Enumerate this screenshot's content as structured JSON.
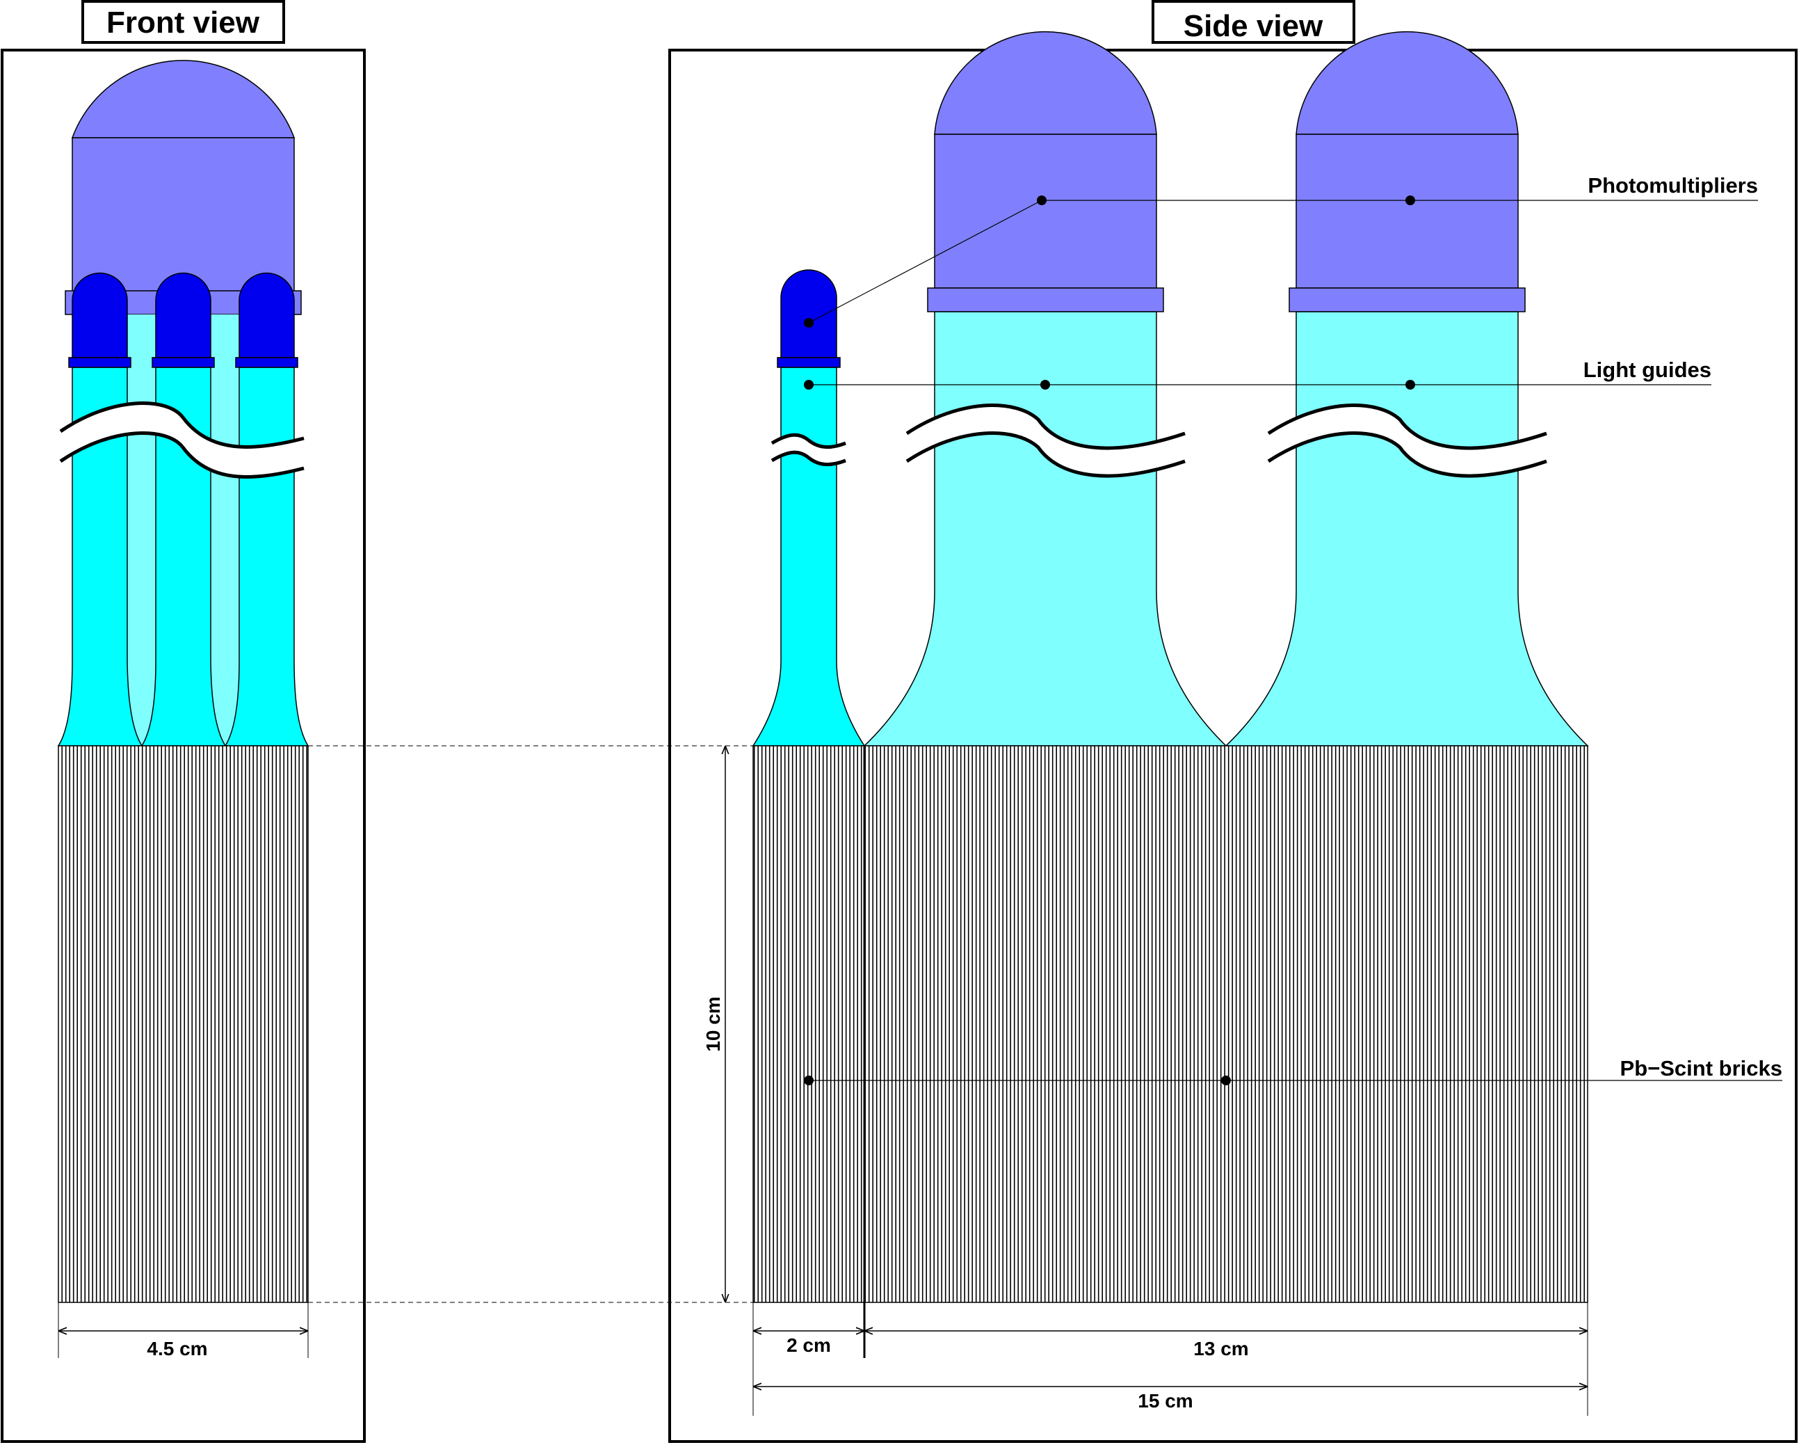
{
  "titles": {
    "front": "Front view",
    "side": "Side view"
  },
  "labels": {
    "photomultipliers": "Photomultipliers",
    "light_guides": "Light guides",
    "bricks": "Pb−Scint bricks"
  },
  "dimensions": {
    "front_width": "4.5 cm",
    "side_small": "2 cm",
    "side_large": "13 cm",
    "side_total": "15 cm",
    "height": "10 cm"
  },
  "colors": {
    "pmt_large": "#8080ff",
    "pmt_small": "#0000ee",
    "guide_dark": "#00ffff",
    "guide_light": "#80ffff",
    "outline": "#000000"
  }
}
